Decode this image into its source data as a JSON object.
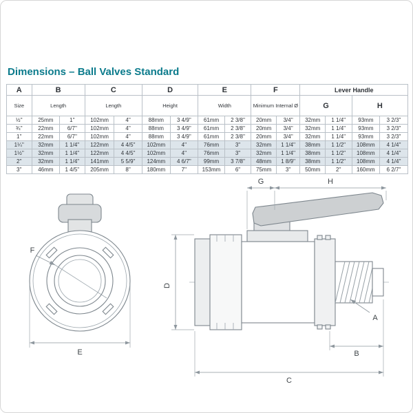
{
  "page": {
    "title": "Dimensions – Ball Valves Standard"
  },
  "table": {
    "header": {
      "a": "A",
      "b": "B",
      "c": "C",
      "d": "D",
      "e": "E",
      "f": "F",
      "lever_handle": "Lever Handle",
      "g": "G",
      "h": "H",
      "sub_a": "Size",
      "sub_b": "Length",
      "sub_c": "Length",
      "sub_d": "Height",
      "sub_e": "Width",
      "sub_f": "Minimum Internal Ø"
    },
    "shaded_rows": [
      3,
      4,
      5
    ],
    "rows": [
      [
        "½''",
        "25mm",
        "1''",
        "102mm",
        "4''",
        "88mm",
        "3 4/9''",
        "61mm",
        "2 3/8''",
        "20mm",
        "3/4''",
        "32mm",
        "1 1/4''",
        "93mm",
        "3 2/3''"
      ],
      [
        "¾''",
        "22mm",
        "6/7''",
        "102mm",
        "4''",
        "88mm",
        "3 4/9''",
        "61mm",
        "2 3/8''",
        "20mm",
        "3/4''",
        "32mm",
        "1 1/4''",
        "93mm",
        "3 2/3''"
      ],
      [
        "1''",
        "22mm",
        "6/7''",
        "102mm",
        "4''",
        "88mm",
        "3 4/9''",
        "61mm",
        "2 3/8''",
        "20mm",
        "3/4''",
        "32mm",
        "1 1/4''",
        "93mm",
        "3 2/3''"
      ],
      [
        "1¼''",
        "32mm",
        "1 1/4''",
        "122mm",
        "4 4/5''",
        "102mm",
        "4''",
        "76mm",
        "3''",
        "32mm",
        "1 1/4''",
        "38mm",
        "1 1/2''",
        "108mm",
        "4 1/4''"
      ],
      [
        "1½''",
        "32mm",
        "1 1/4''",
        "122mm",
        "4 4/5''",
        "102mm",
        "4''",
        "76mm",
        "3''",
        "32mm",
        "1 1/4''",
        "38mm",
        "1 1/2''",
        "108mm",
        "4 1/4''"
      ],
      [
        "2''",
        "32mm",
        "1 1/4''",
        "141mm",
        "5 5/9''",
        "124mm",
        "4 6/7''",
        "99mm",
        "3 7/8''",
        "48mm",
        "1 8/9''",
        "38mm",
        "1 1/2''",
        "108mm",
        "4 1/4''"
      ],
      [
        "3''",
        "46mm",
        "1 4/5''",
        "205mm",
        "8''",
        "180mm",
        "7''",
        "153mm",
        "6''",
        "75mm",
        "3''",
        "50mm",
        "2''",
        "160mm",
        "6 2/7''"
      ]
    ]
  },
  "drawing": {
    "front": {
      "width": "E",
      "bore": "F"
    },
    "side": {
      "g": "G",
      "h": "H",
      "height": "D",
      "length": "C",
      "thread": "B",
      "connection": "A"
    }
  }
}
